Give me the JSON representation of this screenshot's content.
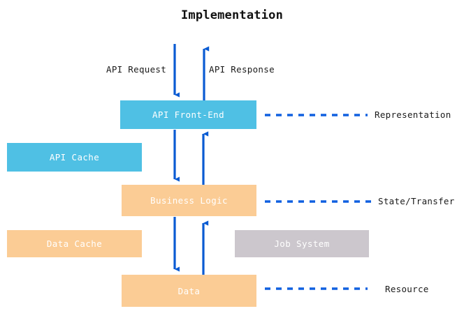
{
  "diagram": {
    "title": "Implementation",
    "accent_colors": {
      "blue_node": "#4fc0e4",
      "orange_node": "#fbcc95",
      "gray_node": "#ccc7cd",
      "arrow_blue": "#0a5bd3",
      "dashed_blue": "#1060e0",
      "text_on_node": "#ffffff",
      "text_dark": "#1a1a1a",
      "background": "#ffffff"
    },
    "nodes": [
      {
        "id": "api-frontend",
        "label": "API Front-End",
        "color": "#4fc0e4"
      },
      {
        "id": "api-cache",
        "label": "API Cache",
        "color": "#4fc0e4"
      },
      {
        "id": "business-logic",
        "label": "Business Logic",
        "color": "#fbcc95"
      },
      {
        "id": "data-cache",
        "label": "Data Cache",
        "color": "#fbcc95"
      },
      {
        "id": "job-system",
        "label": "Job System",
        "color": "#ccc7cd"
      },
      {
        "id": "data",
        "label": "Data",
        "color": "#fbcc95"
      }
    ],
    "edge_labels": [
      {
        "id": "api-request",
        "label": "API Request"
      },
      {
        "id": "api-response",
        "label": "API Response"
      }
    ],
    "side_labels": [
      {
        "id": "representation",
        "label": "Representation",
        "for": "api-frontend"
      },
      {
        "id": "state-transfer",
        "label": "State/Transfer",
        "for": "business-logic"
      },
      {
        "id": "resource",
        "label": "Resource",
        "for": "data"
      }
    ]
  }
}
